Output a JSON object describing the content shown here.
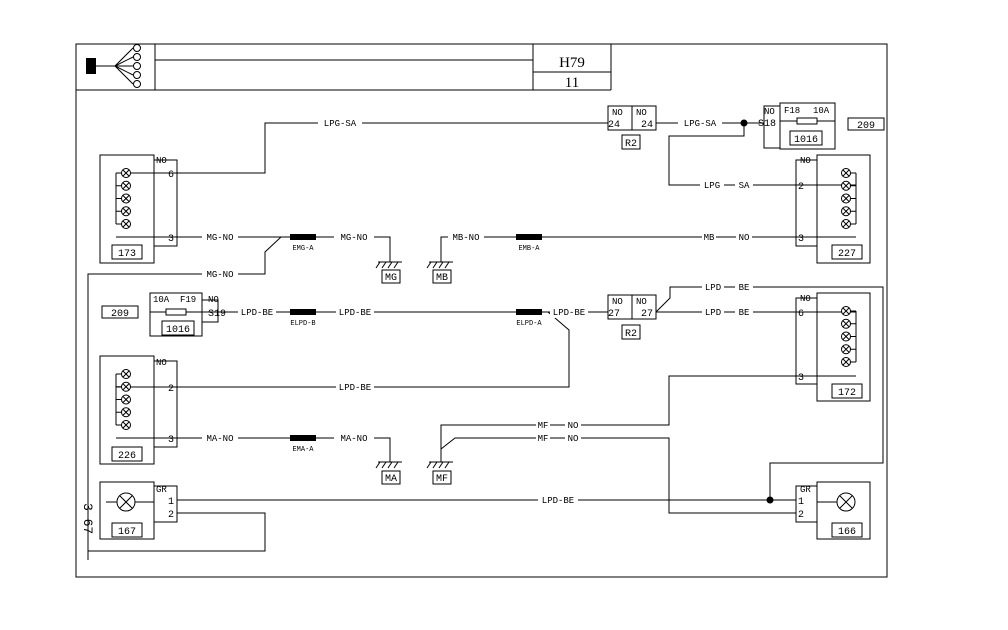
{
  "header": {
    "page_code": "H79",
    "page_number": "11"
  },
  "side_note": "3 67",
  "components": {
    "c173": {
      "id": "173",
      "pin_top": "NO",
      "pins": [
        "6",
        "3"
      ]
    },
    "c227": {
      "id": "227",
      "pin_top": "NO",
      "pins": [
        "2",
        "3"
      ]
    },
    "c226": {
      "id": "226",
      "pin_top": "NO",
      "pins": [
        "2",
        "3"
      ]
    },
    "c172": {
      "id": "172",
      "pin_top": "NO",
      "pins": [
        "6",
        "3"
      ]
    },
    "c167": {
      "id": "167",
      "pin_top": "GR",
      "pins": [
        "1",
        "2"
      ]
    },
    "c166": {
      "id": "166",
      "pin_top": "GR",
      "pins": [
        "1",
        "2"
      ]
    },
    "fuse_top": {
      "colour": "NO",
      "fuse": "F18",
      "rating": "10A",
      "terminal": "S18",
      "box": "1016",
      "ref": "209"
    },
    "fuse_mid": {
      "colour": "NO",
      "fuse": "F19",
      "rating": "10A",
      "terminal": "S19",
      "box": "1016",
      "ref": "209"
    },
    "r2_top": {
      "left_colour": "NO",
      "right_colour": "NO",
      "left_pin": "24",
      "right_pin": "24",
      "label": "R2"
    },
    "r2_mid": {
      "left_colour": "NO",
      "right_colour": "NO",
      "left_pin": "27",
      "right_pin": "27",
      "label": "R2"
    }
  },
  "grounds": {
    "mg": "MG",
    "mb": "MB",
    "ma": "MA",
    "mf": "MF"
  },
  "splices": {
    "emg_a": "EMG-A",
    "emb_a": "EMB-A",
    "elpd_b": "ELPD-B",
    "elpd_a": "ELPD-A",
    "ema_a": "EMA-A"
  },
  "wires": {
    "lpg_sa_1": "LPG-SA",
    "lpg_sa_2": "LPG-SA",
    "lpg_sa_3": "LPG",
    "sa": "SA",
    "mg_no_1": "MG-NO",
    "mg_no_2": "MG-NO",
    "mg_no_3": "MG-NO",
    "mb_no_1": "MB-NO",
    "mb": "MB",
    "no_mb": "NO",
    "lpd_be_1": "LPD-BE",
    "lpd_be_2": "LPD-BE",
    "lpd_be_3": "LPD-BE",
    "lpd_a": "LPD",
    "be_a": "BE",
    "lpd_b": "LPD",
    "be_b": "BE",
    "lpd_be_4": "LPD-BE",
    "lpd_be_5": "LPD-BE",
    "ma_no_1": "MA-NO",
    "ma_no_2": "MA-NO",
    "mf_1": "MF",
    "no_mf1": "NO",
    "mf_2": "MF",
    "no_mf2": "NO"
  }
}
